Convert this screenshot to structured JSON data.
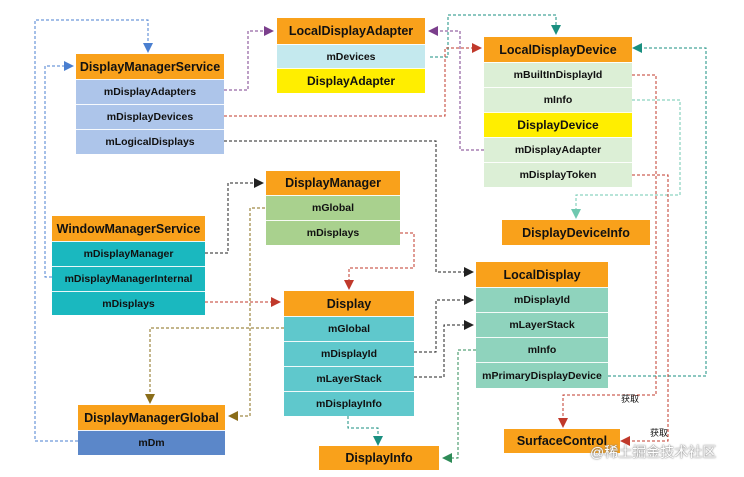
{
  "classes": {
    "local_display_adapter": {
      "title": "LocalDisplayAdapter",
      "fields": [
        "mDevices"
      ],
      "parent": "DisplayAdapter"
    },
    "display_manager_service": {
      "title": "DisplayManagerService",
      "fields": [
        "mDisplayAdapters",
        "mDisplayDevices",
        "mLogicalDisplays"
      ]
    },
    "local_display_device": {
      "title": "LocalDisplayDevice",
      "fields": [
        "mBuiltInDisplayId",
        "mInfo"
      ],
      "parent": "DisplayDevice",
      "fields2": [
        "mDisplayAdapter",
        "mDisplayToken"
      ]
    },
    "display_manager": {
      "title": "DisplayManager",
      "fields": [
        "mGlobal",
        "mDisplays"
      ]
    },
    "window_manager_service": {
      "title": "WindowManagerService",
      "fields": [
        "mDisplayManager",
        "mDisplayManagerInternal",
        "mDisplays"
      ]
    },
    "display_device_info": {
      "title": "DisplayDeviceInfo"
    },
    "local_display": {
      "title": "LocalDisplay",
      "fields": [
        "mDisplayId",
        "mLayerStack",
        "mInfo",
        "mPrimaryDisplayDevice"
      ]
    },
    "display": {
      "title": "Display",
      "fields": [
        "mGlobal",
        "mDisplayId",
        "mLayerStack",
        "mDisplayInfo"
      ]
    },
    "display_manager_global": {
      "title": "DisplayManagerGlobal",
      "fields": [
        "mDm"
      ]
    },
    "display_info": {
      "title": "DisplayInfo"
    },
    "surface_control": {
      "title": "SurfaceControl"
    }
  },
  "edge_labels": {
    "obtain_1": "获取",
    "obtain_2": "获取"
  },
  "watermark": "@稀土掘金技术社区",
  "colors": {
    "header": "#f9a11b",
    "parent_class": "#ffee00",
    "arrow_blue": "#4a7fd0",
    "arrow_purple": "#7b3f8c",
    "arrow_teal": "#1a8f80",
    "arrow_red": "#c0392b",
    "arrow_black": "#222222",
    "arrow_olive": "#8a6d1a"
  }
}
